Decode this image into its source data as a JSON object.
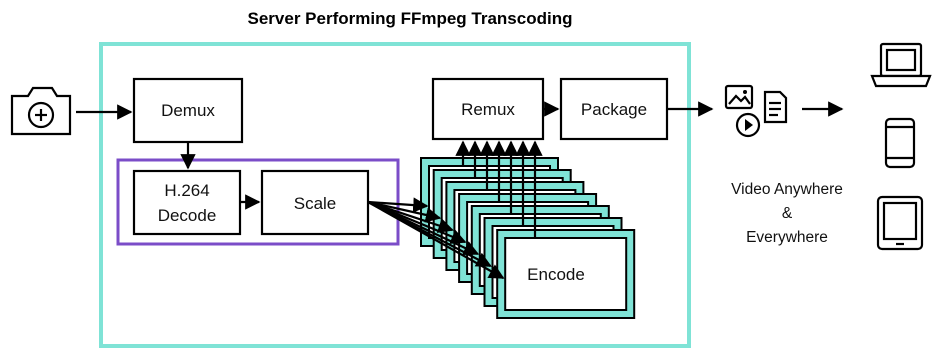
{
  "title": "Server Performing FFmpeg Transcoding",
  "nodes": {
    "demux": "Demux",
    "decode_line1": "H.264",
    "decode_line2": "Decode",
    "scale": "Scale",
    "remux": "Remux",
    "package": "Package",
    "encode": "Encode"
  },
  "output_caption": {
    "line1": "Video Anywhere",
    "line2": "&",
    "line3": "Everywhere"
  },
  "icons": {
    "input": "camera-icon",
    "output_media": "media-bundle-icon",
    "devices": [
      "laptop-icon",
      "phone-icon",
      "tablet-icon"
    ]
  },
  "colors": {
    "server_border": "#7fe3d6",
    "decode_group_border": "#7b4dc8",
    "encoder_fill": "#7fe3d6"
  }
}
